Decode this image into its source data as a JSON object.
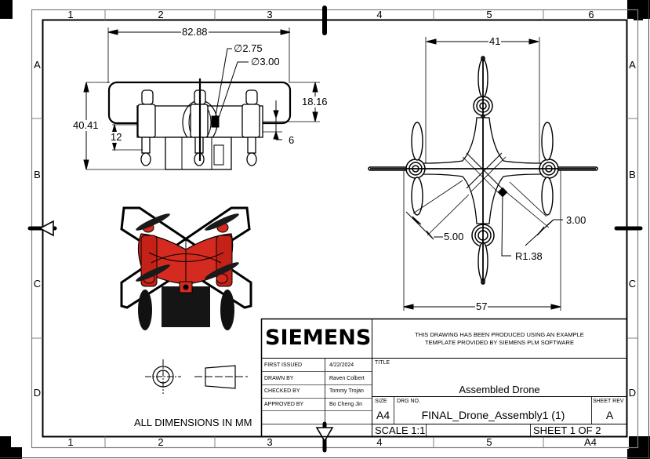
{
  "sheet": {
    "column_labels_top": [
      "1",
      "2",
      "3",
      "4",
      "5",
      "6"
    ],
    "column_labels_bottom": [
      "1",
      "2",
      "3",
      "4",
      "5",
      "A4"
    ],
    "row_labels_left": [
      "A",
      "B",
      "C",
      "D"
    ],
    "row_labels_right": [
      "A",
      "B",
      "C",
      "D"
    ],
    "border_color": "#000000",
    "frame_color": "#808080"
  },
  "front_view": {
    "dimensions": {
      "width": "82.88",
      "hole_diameter_1": "∅2.75",
      "hole_diameter_2": "∅3.00",
      "overall_height": "40.41",
      "guard_height": "18.16",
      "leg_offset": "12",
      "step": "6"
    }
  },
  "top_view": {
    "dimensions": {
      "motor_spacing": "41",
      "overall_span": "57",
      "arm_width": "5.00",
      "arm_slot": "3.00",
      "fillet_radius": "R1.38"
    }
  },
  "isometric_view": {
    "body_color": "#d42a1f",
    "description": "Shaded isometric drone render"
  },
  "projection_symbol": {
    "type": "third-angle"
  },
  "notes": {
    "units": "ALL DIMENSIONS IN MM"
  },
  "title_block": {
    "company_logo": "SIEMENS",
    "disclaimer_line1": "THIS DRAWING HAS BEEN PRODUCED USING AN EXAMPLE",
    "disclaimer_line2": "TEMPLATE PROVIDED BY SIEMENS PLM SOFTWARE",
    "rows": [
      {
        "label": "FIRST ISSUED",
        "value": "4/22/2024"
      },
      {
        "label": "DRAWN BY",
        "value": "Raven Colbert"
      },
      {
        "label": "CHECKED BY",
        "value": "Tommy Trojan"
      },
      {
        "label": "APPROVED BY",
        "value": "Bo Cheng Jin"
      }
    ],
    "title_label": "TITLE",
    "title": "Assembled Drone",
    "size_label": "SIZE",
    "size": "A4",
    "drg_no_label": "DRG NO.",
    "drg_no": "FINAL_Drone_Assembly1 (1)",
    "sheet_rev_label": "SHEET REV",
    "sheet_rev": "A",
    "scale": "SCALE 1:1",
    "sheet": "SHEET 1 OF 2"
  }
}
